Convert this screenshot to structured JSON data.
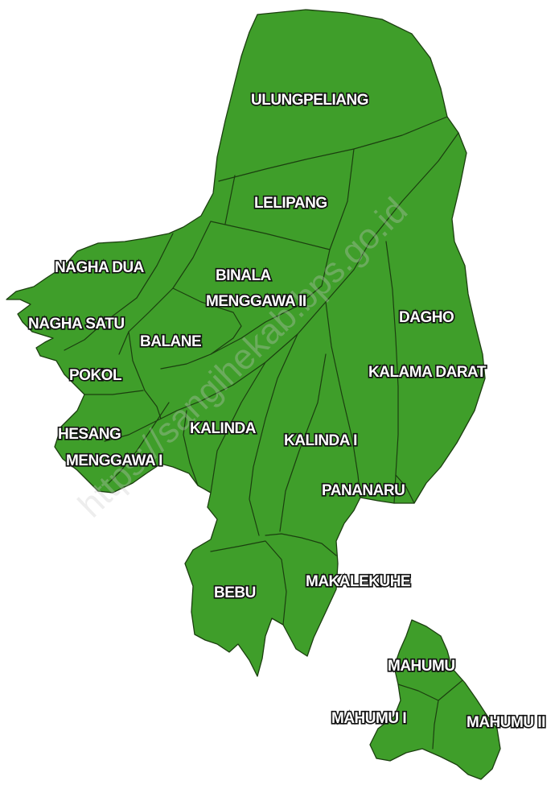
{
  "map": {
    "fill_color": "#3f9e2a",
    "boundary_color": "#1b3f0f",
    "label_color": "#ffffff",
    "label_outline_color": "#111111",
    "watermark_text": "https://sangihekab.bps.go.id",
    "labels": {
      "ulungpeliang": "ULUNGPELIANG",
      "lelipang": "LELIPANG",
      "nagha_dua": "NAGHA DUA",
      "binala": "BINALA",
      "menggawa_ii": "MENGGAWA II",
      "nagha_satu": "NAGHA SATU",
      "balane": "BALANE",
      "dagho": "DAGHO",
      "pokol": "POKOL",
      "kalama_darat": "KALAMA DARAT",
      "hesang": "HESANG",
      "kalinda": "KALINDA",
      "kalinda_i": "KALINDA I",
      "menggawa_i": "MENGGAWA I",
      "pananaru": "PANANARU",
      "makalekuhe": "MAKALEKUHE",
      "bebu": "BEBU",
      "mahumu": "MAHUMU",
      "mahumu_i": "MAHUMU I",
      "mahumu_ii": "MAHUMU II"
    }
  }
}
